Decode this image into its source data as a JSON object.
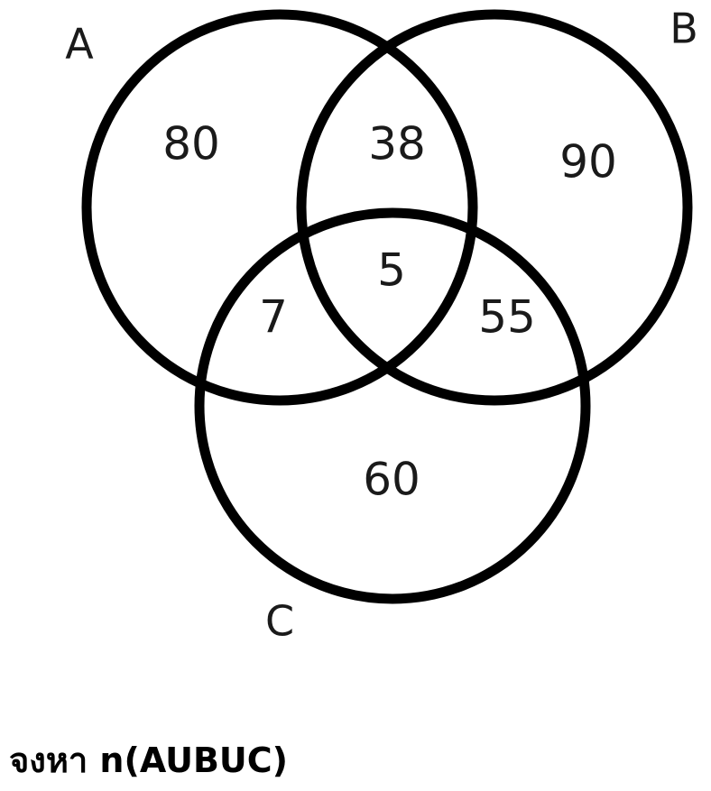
{
  "diagram": {
    "sets": {
      "a": "A",
      "b": "B",
      "c": "C"
    },
    "regions": {
      "a_only": "80",
      "a_and_b_only": "38",
      "b_only": "90",
      "a_b_c": "5",
      "a_and_c_only": "7",
      "b_and_c_only": "55",
      "c_only": "60"
    }
  },
  "question": "จงหา n(AUBUC)",
  "colors": {
    "stroke": "#000000",
    "text": "#1a1a1a",
    "background": "#ffffff"
  }
}
